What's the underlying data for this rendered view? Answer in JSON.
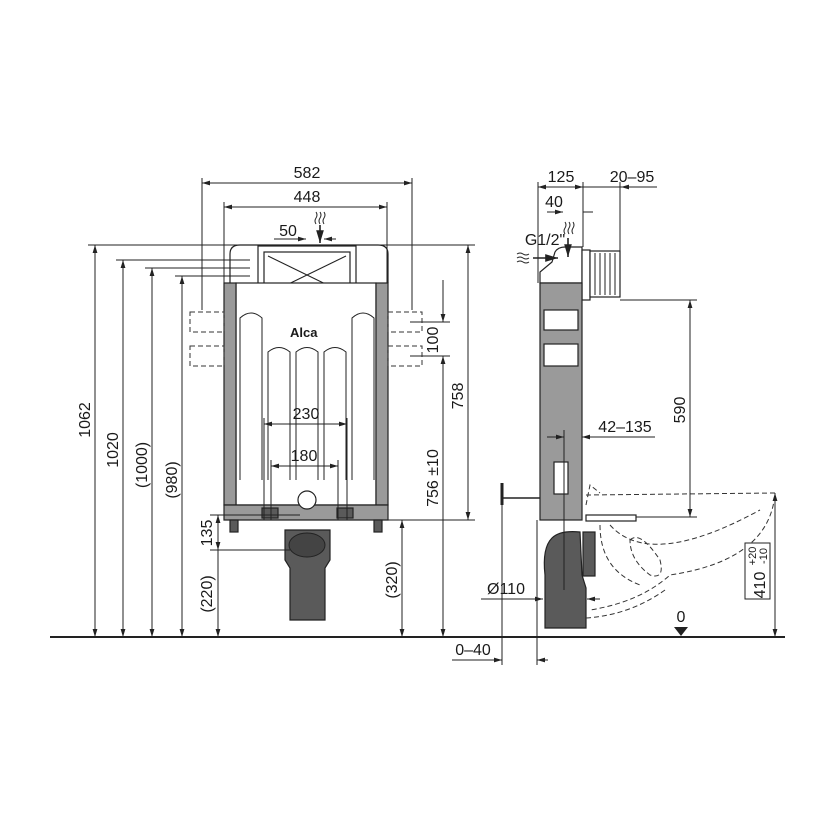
{
  "title": "Alca installation frame dimension drawing",
  "brand_logo": "Alca",
  "front_view": {
    "width_outer": "582",
    "width_inner": "448",
    "inlet_offset": "50",
    "fixing_spacing": "100",
    "height_total": "1062",
    "height_1020": "1020",
    "height_1000": "(1000)",
    "height_980": "(980)",
    "height_758": "758",
    "height_756": "756 ±10",
    "bolt_spacing_230": "230",
    "bolt_spacing_180": "180",
    "height_135": "135",
    "height_220": "(220)",
    "height_320": "(320)"
  },
  "side_view": {
    "depth_125": "125",
    "depth_20_95": "20–95",
    "offset_40": "40",
    "water_inlet": "G1/2\"",
    "height_590": "590",
    "range_42_135": "42–135",
    "pipe_diameter": "Ø110",
    "wall_offset": "0–40",
    "floor_level": "0",
    "seat_height": "410",
    "seat_tol_plus": "+20",
    "seat_tol_minus": "-10"
  }
}
